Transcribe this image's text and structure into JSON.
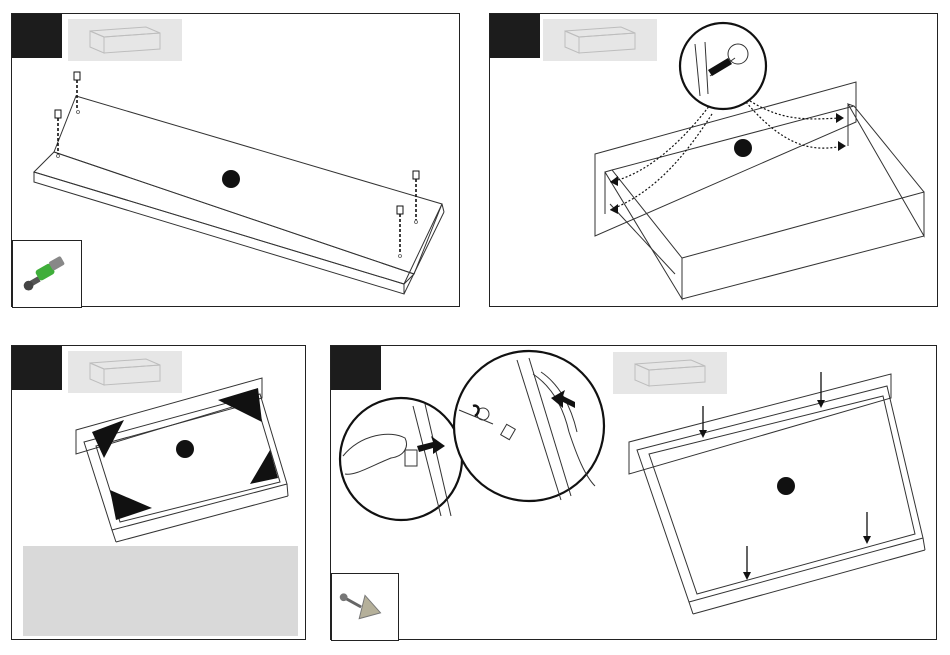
{
  "panels": [
    {
      "id": "step-panel-1",
      "description_text": ""
    },
    {
      "id": "step-panel-2",
      "description_text": ""
    },
    {
      "id": "step-panel-3",
      "description_text": ""
    },
    {
      "id": "step-panel-4",
      "description_text": ""
    }
  ],
  "icons": {
    "drawer_thumbnail": "drawer-thumbnail-icon",
    "cam_bolt": "cam-bolt-icon",
    "corner_plate": "corner-plate-screw-icon"
  },
  "colors": {
    "step_block": "#1c1c1c",
    "thumbnail_bg": "#e6e6e6",
    "note_box": "#d9d9d9",
    "cam_bolt_green": "#3fae3a"
  },
  "note": {
    "text": ""
  }
}
